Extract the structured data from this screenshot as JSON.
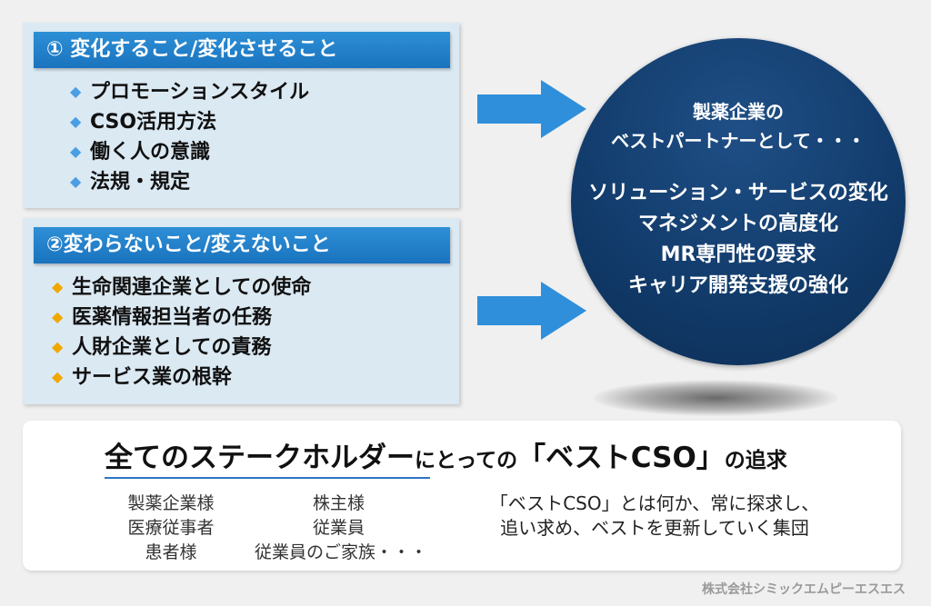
{
  "panel1": {
    "header": "① 変化すること/変化させること",
    "bullet": "◆",
    "items": [
      "プロモーションスタイル",
      "CSO活用方法",
      "働く人の意識",
      "法規・規定"
    ]
  },
  "panel2": {
    "header": "②変わらないこと/変えないこと",
    "bullet": "◆",
    "items": [
      "生命関連企業としての使命",
      "医薬情報担当者の任務",
      "人財企業としての責務",
      "サービス業の根幹"
    ]
  },
  "circle": {
    "heading": [
      "製薬企業の",
      "ベストパートナーとして・・・"
    ],
    "items": [
      "ソリューション・サービスの変化",
      "マネジメントの高度化",
      "MR専門性の要求",
      "キャリア開発支援の強化"
    ]
  },
  "bottom": {
    "title_part1": "全てのステークホルダー",
    "title_part2": "にとっての",
    "title_part3": "「ベストCSO」",
    "title_part4": "の追求",
    "stakeholders_col1": [
      "製薬企業様",
      "医療従事者",
      "患者様"
    ],
    "stakeholders_col2": [
      "株主様",
      "従業員",
      "従業員のご家族・・・"
    ],
    "description": [
      "「ベストCSO」とは何か、常に探求し、",
      "追い求め、ベストを更新していく集団"
    ]
  },
  "company_name": "株式会社シミックエムピーエスエス",
  "colors": {
    "panel_bg": "#dbe9f3",
    "header_blue": "#1f7cc6",
    "arrow_blue": "#2f8fda",
    "circle_navy": "#123c6c",
    "bullet_blue": "#4a9ee3",
    "bullet_orange": "#f0a800",
    "underline_blue": "#2e75c4"
  }
}
